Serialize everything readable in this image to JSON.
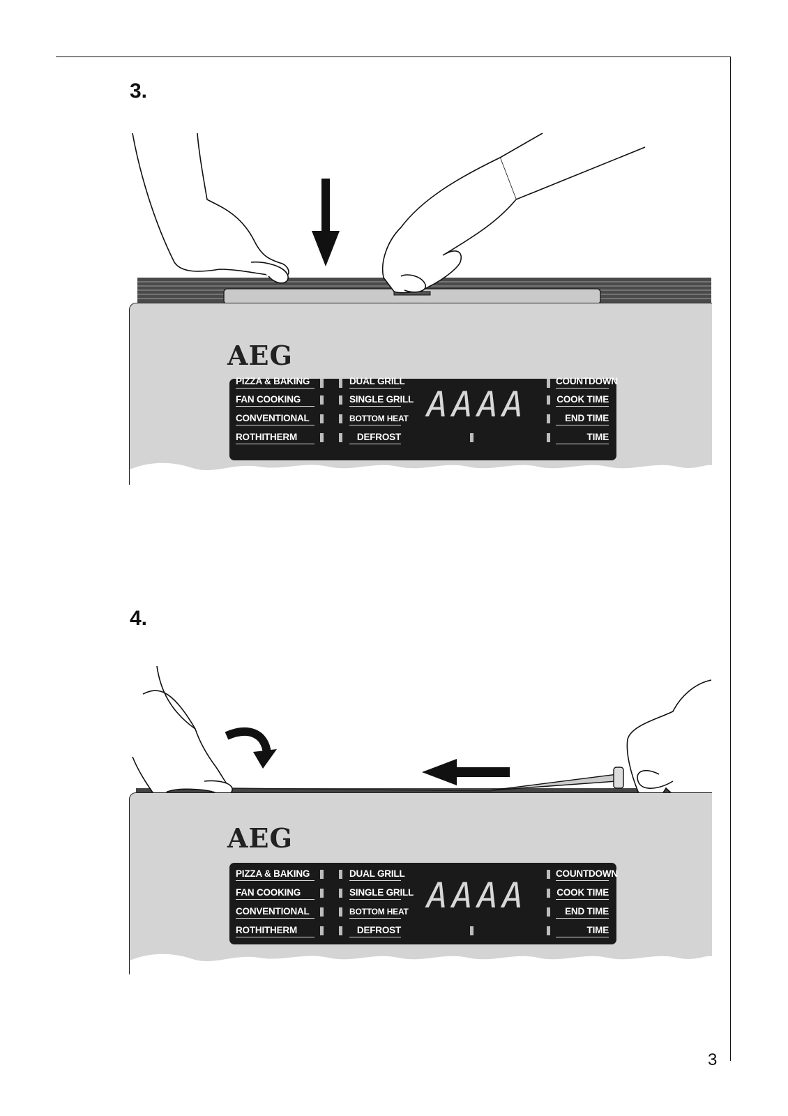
{
  "steps": [
    {
      "number": "3."
    },
    {
      "number": "4."
    }
  ],
  "panel": {
    "brand": "AEG",
    "display": "AAAA",
    "left_labels": [
      "PIZZA & BAKING",
      "FAN COOKING",
      "CONVENTIONAL",
      "ROTHITHERM"
    ],
    "middle_labels": [
      "DUAL GRILL",
      "SINGLE GRILL",
      "BOTTOM HEAT",
      "DEFROST"
    ],
    "right_labels": [
      "COUNTDOWN",
      "COOK TIME",
      "END TIME",
      "TIME"
    ]
  },
  "page": {
    "number": "3"
  },
  "colors": {
    "panel": "#d4d4d4",
    "control": "#1a1a1a",
    "ink": "#111111"
  }
}
